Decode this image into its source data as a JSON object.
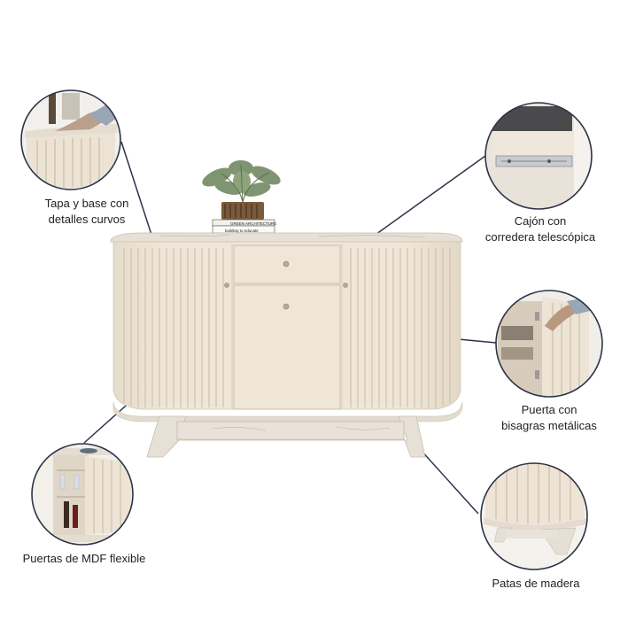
{
  "callouts": {
    "top_left": {
      "line1": "Tapa y base con",
      "line2": "detalles curvos"
    },
    "top_right": {
      "line1": "Cajón con",
      "line2": "corredera telescópica"
    },
    "mid_right": {
      "line1": "Puerta con",
      "line2": "bisagras metálicas"
    },
    "bottom_left": {
      "line1": "Puertas de MDF flexible"
    },
    "bottom_right": {
      "line1": "Patas de madera"
    }
  },
  "books": {
    "top": "GREEN ARCHITECTURE",
    "bottom": "building to educate"
  },
  "colors": {
    "cabinet": "#efe6d8",
    "marble": "#e9e2d9",
    "line": "#2b3447",
    "shadow": "#d9cdbb"
  }
}
